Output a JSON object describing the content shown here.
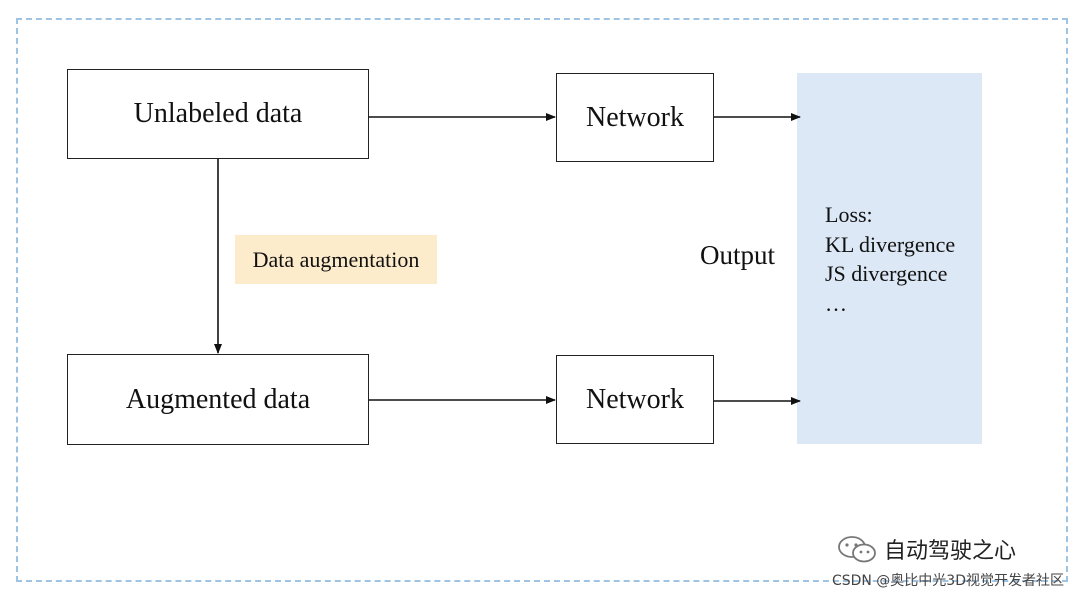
{
  "diagram": {
    "boxes": {
      "unlabeled": "Unlabeled data",
      "augmented": "Augmented data",
      "network_top": "Network",
      "network_bottom": "Network"
    },
    "augmentation_label": "Data augmentation",
    "output_label": "Output",
    "loss": {
      "title": "Loss:",
      "items": [
        "KL divergence",
        "JS divergence",
        "…"
      ]
    }
  },
  "watermark": {
    "channel": "自动驾驶之心",
    "source": "CSDN @奥比中光3D视觉开发者社区"
  },
  "colors": {
    "frame_border": "#9fc3e3",
    "augmentation_bg": "#fdeccb",
    "loss_panel_bg": "#dce8f5"
  }
}
